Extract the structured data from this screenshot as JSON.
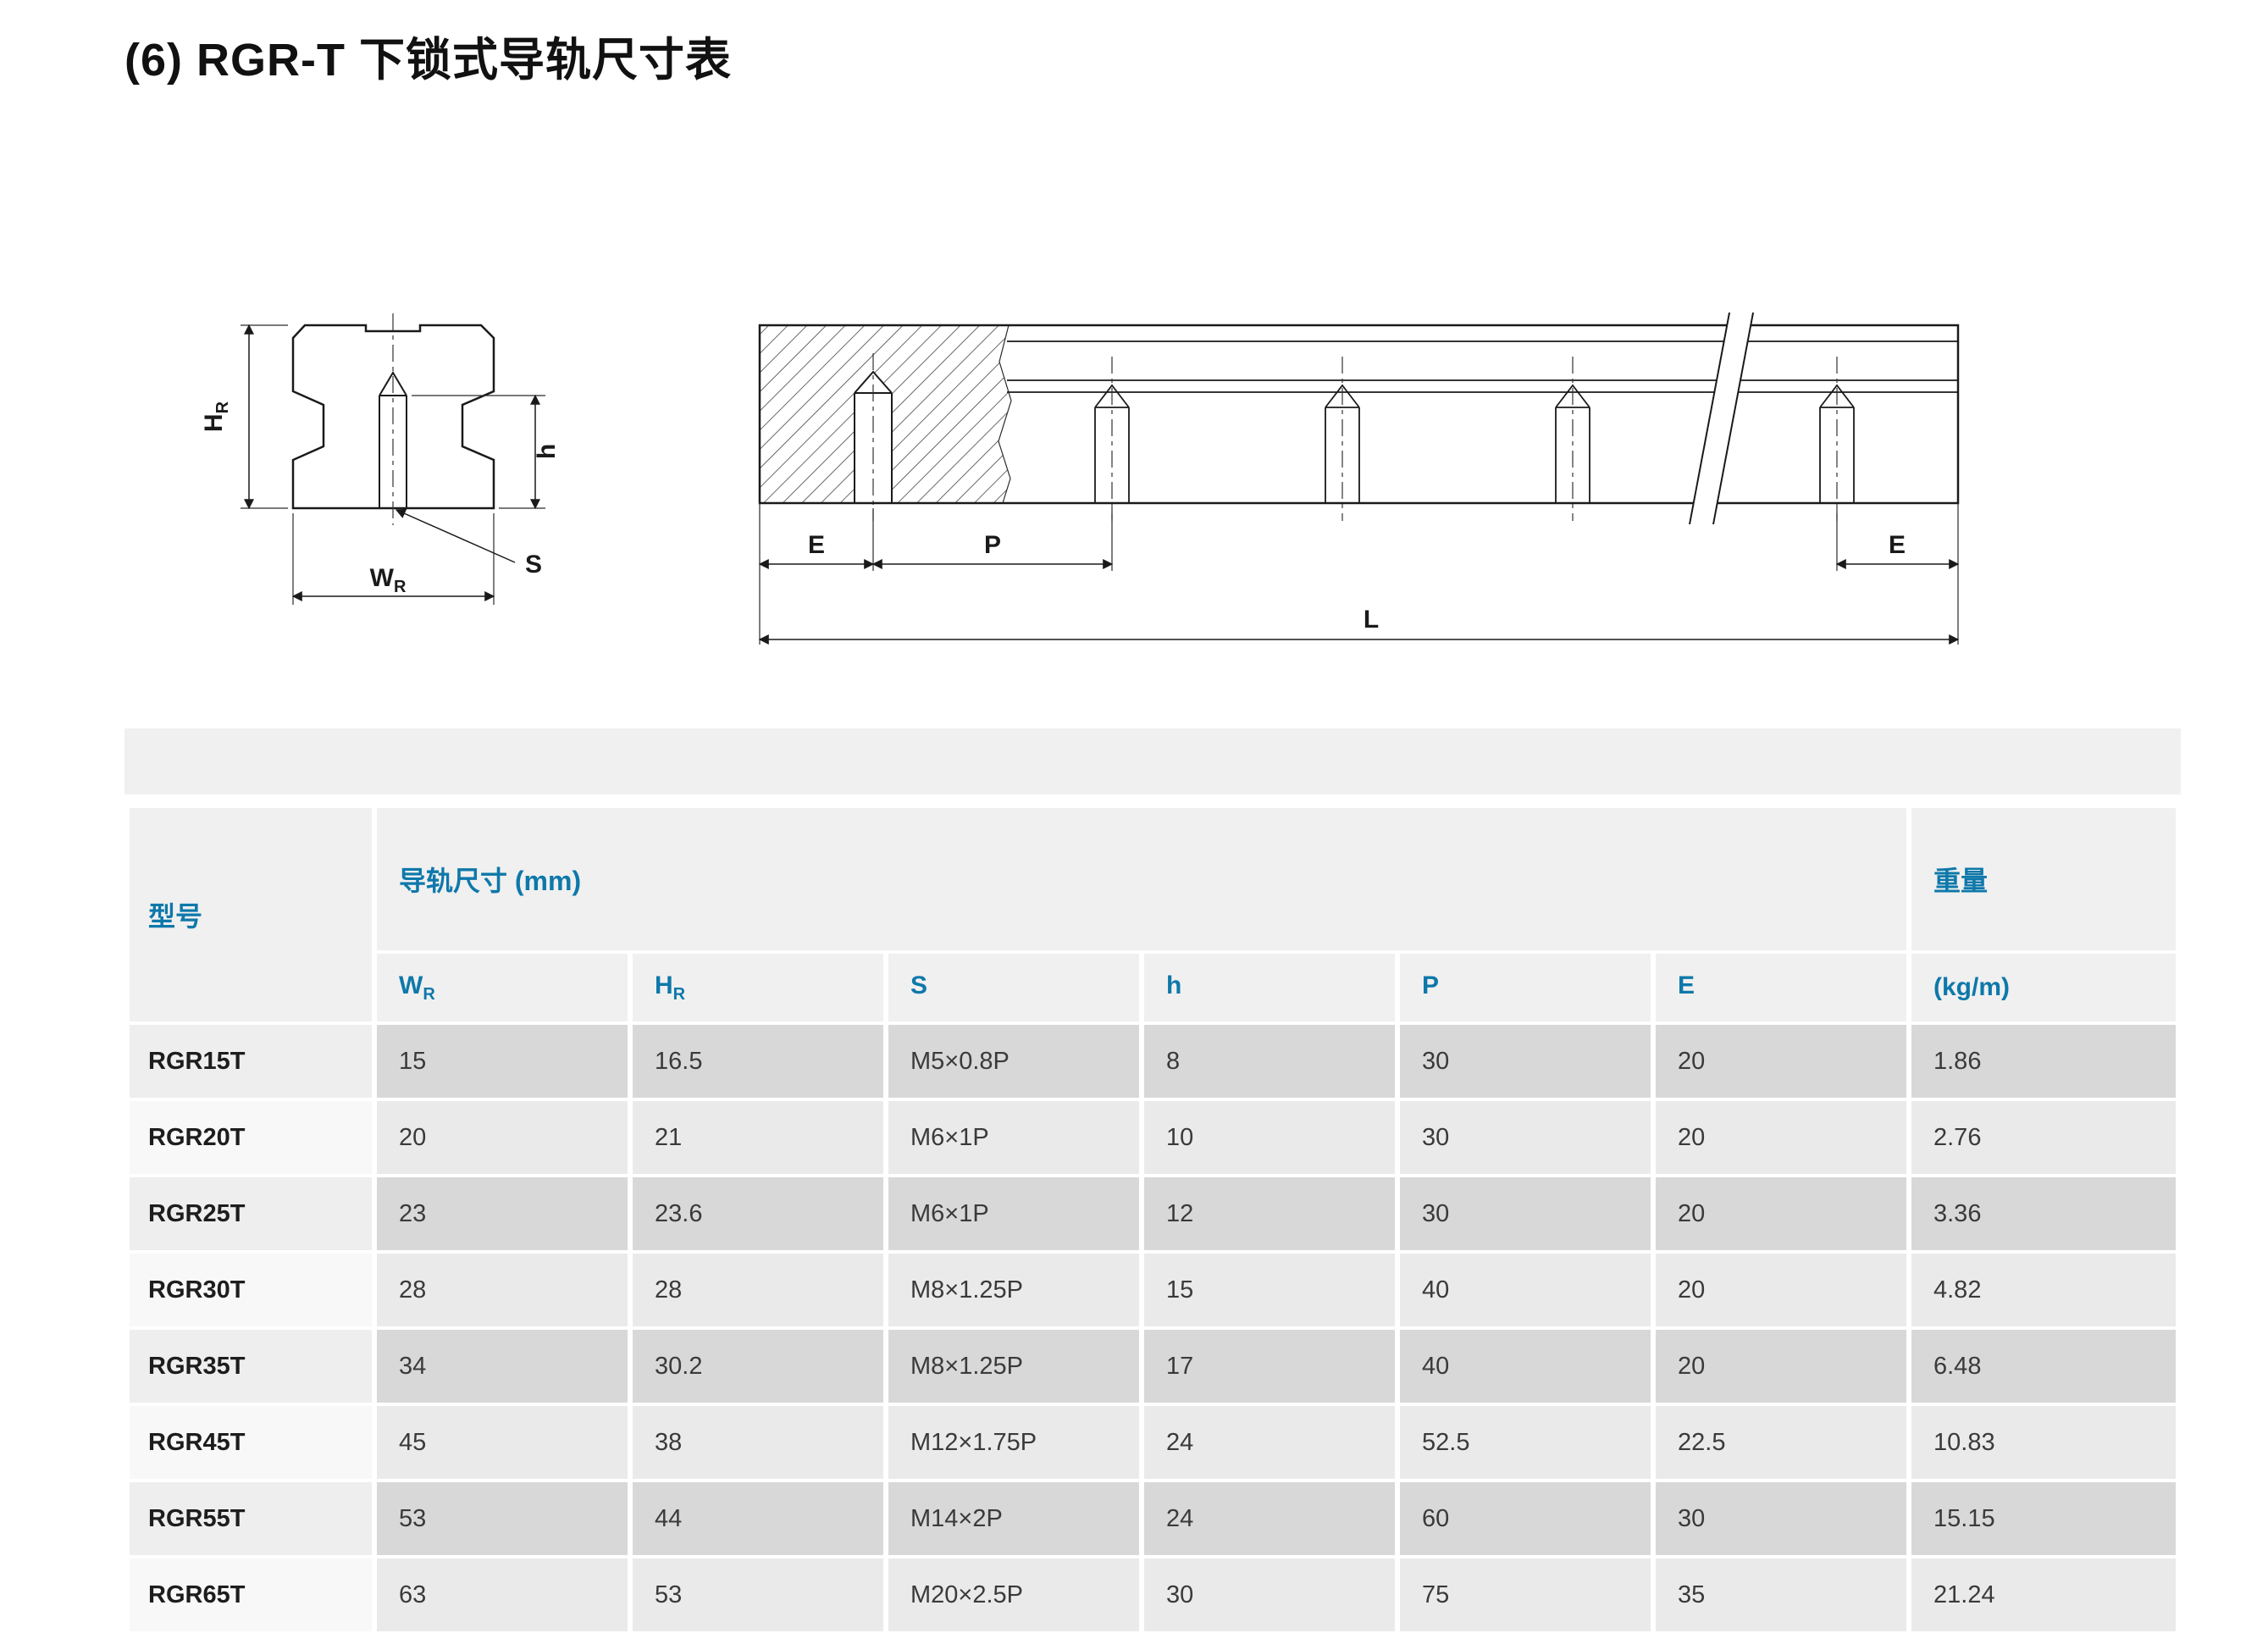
{
  "page": {
    "title": "(6) RGR-T 下锁式导轨尺寸表"
  },
  "drawings": {
    "cross_section": {
      "dim_hr": {
        "main": "H",
        "sub": "R"
      },
      "dim_h": "h",
      "dim_wr": {
        "main": "W",
        "sub": "R"
      },
      "dim_s": "S"
    },
    "side_view": {
      "dim_e_left": "E",
      "dim_p": "P",
      "dim_e_right": "E",
      "dim_l": "L"
    }
  },
  "table": {
    "header": {
      "model": "型号",
      "dims_group": "导轨尺寸 (mm)",
      "weight_group": "重量",
      "weight_unit": "(kg/m)",
      "columns": [
        {
          "main": "W",
          "sub": "R"
        },
        {
          "main": "H",
          "sub": "R"
        },
        {
          "main": "S",
          "sub": ""
        },
        {
          "main": "h",
          "sub": ""
        },
        {
          "main": "P",
          "sub": ""
        },
        {
          "main": "E",
          "sub": ""
        }
      ]
    },
    "rows": [
      {
        "model": "RGR15T",
        "values": [
          "15",
          "16.5",
          "M5×0.8P",
          "8",
          "30",
          "20"
        ],
        "weight": "1.86"
      },
      {
        "model": "RGR20T",
        "values": [
          "20",
          "21",
          "M6×1P",
          "10",
          "30",
          "20"
        ],
        "weight": "2.76"
      },
      {
        "model": "RGR25T",
        "values": [
          "23",
          "23.6",
          "M6×1P",
          "12",
          "30",
          "20"
        ],
        "weight": "3.36"
      },
      {
        "model": "RGR30T",
        "values": [
          "28",
          "28",
          "M8×1.25P",
          "15",
          "40",
          "20"
        ],
        "weight": "4.82"
      },
      {
        "model": "RGR35T",
        "values": [
          "34",
          "30.2",
          "M8×1.25P",
          "17",
          "40",
          "20"
        ],
        "weight": "6.48"
      },
      {
        "model": "RGR45T",
        "values": [
          "45",
          "38",
          "M12×1.75P",
          "24",
          "52.5",
          "22.5"
        ],
        "weight": "10.83"
      },
      {
        "model": "RGR55T",
        "values": [
          "53",
          "44",
          "M14×2P",
          "24",
          "60",
          "30"
        ],
        "weight": "15.15"
      },
      {
        "model": "RGR65T",
        "values": [
          "63",
          "53",
          "M20×2.5P",
          "30",
          "75",
          "35"
        ],
        "weight": "21.24"
      }
    ]
  },
  "colors": {
    "accent_blue": "#0e78aa",
    "header_bg": "#f0f0f0",
    "row_dark": "#d8d8d8",
    "row_light": "#eaeaea",
    "line": "#1a1a1a"
  }
}
